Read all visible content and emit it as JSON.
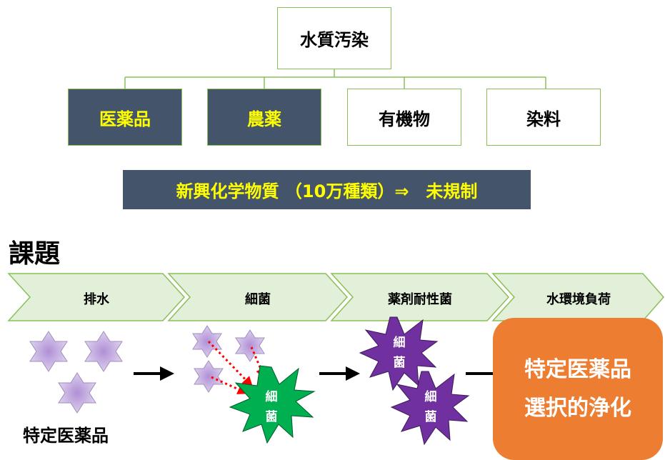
{
  "tree": {
    "root": "水質汚染",
    "children": [
      "医薬品",
      "農薬",
      "有機物",
      "染料"
    ]
  },
  "banner": "新興化学物質 （10万種類）⇒　未規制",
  "section_title": "課題",
  "process": {
    "steps": [
      "排水",
      "細菌",
      "薬剤耐性菌",
      "水環境負荷"
    ]
  },
  "illustration": {
    "caption": "特定医薬品",
    "bacteria_label_top": "細",
    "bacteria_label_bottom": "菌",
    "result_line1": "特定医薬品",
    "result_line2": "選択的浄化"
  },
  "colors": {
    "green_border": "#8ac057",
    "dark_fill": "#44546a",
    "yellow_text": "#ffff00",
    "orange": "#ed7d31",
    "bacteria_green": "#00b050",
    "bacteria_purple": "#7030a0",
    "drug_star": "#c9b3e0",
    "arrow_red": "#ff0000"
  }
}
